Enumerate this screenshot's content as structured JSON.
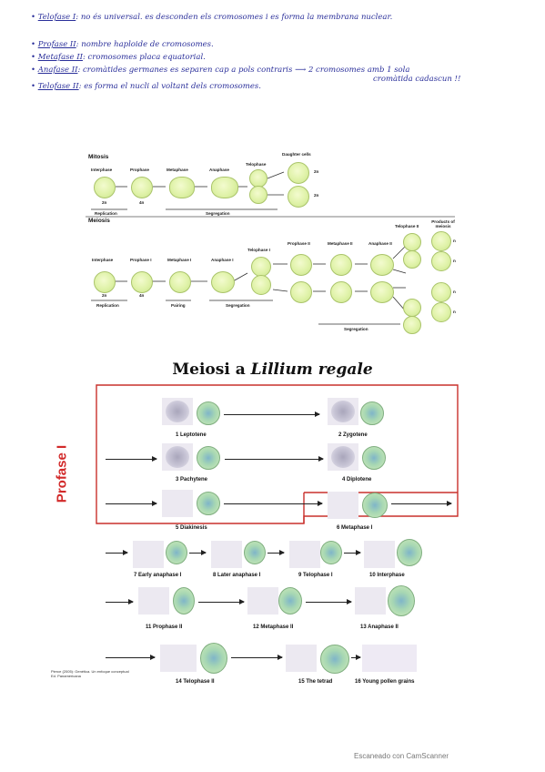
{
  "notes": [
    {
      "label": "Telofase I",
      "text": ": no és universal. es desconden els cromosomes i es forma la membrana nuclear."
    },
    {
      "label": "Profase II",
      "text": ": nombre haploide de cromosomes."
    },
    {
      "label": "Metafase II",
      "text": ": cromosomes placa equatorial."
    },
    {
      "label": "Anafase II",
      "text": ": cromàtides germanes es separen cap a pols contraris ⟶ 2 cromosomes amb 1 sola"
    },
    {
      "label": "",
      "text": "cromàtida cadascun !!"
    },
    {
      "label": "Telofase II",
      "text": ": es forma el nucli al voltant dels cromosomes."
    }
  ],
  "diagram": {
    "mitosis_title": "Mitosis",
    "meiosis_title": "Meiosis",
    "mitosis_stages": [
      "Interphase",
      "Prophase",
      "Metaphase",
      "Anaphase",
      "Telophase",
      "Daughter cells"
    ],
    "mitosis_ploidy": [
      "2n",
      "4n",
      "2n",
      "2n"
    ],
    "mitosis_brackets": [
      "Replication",
      "Segregation"
    ],
    "meiosis_stages": [
      "Interphase",
      "Prophase I",
      "Metaphase I",
      "Anaphase I",
      "Telophase I",
      "Prophase II",
      "Metaphase II",
      "Anaphase II",
      "Telophase II",
      "Products of meiosis"
    ],
    "meiosis_ploidy": [
      "2n",
      "4n",
      "n",
      "n",
      "n",
      "n"
    ],
    "meiosis_brackets": [
      "Replication",
      "Pairing",
      "Segregation",
      "Segregation"
    ]
  },
  "lillium": {
    "title_prefix": "Meiosi a ",
    "title_italic": "Lillium regale",
    "profase_label": "Profase I",
    "stages": [
      "1 Leptotene",
      "2 Zygotene",
      "3 Pachytene",
      "4 Diplotene",
      "5 Diakinesis",
      "6 Metaphase I",
      "7 Early anaphase I",
      "8 Later anaphase I",
      "9 Telophase I",
      "10 Interphase",
      "11 Prophase II",
      "12 Metaphase II",
      "13 Anaphase II",
      "14 Telophase II",
      "15 The tetrad",
      "16 Young pollen grains"
    ],
    "source_line1": "Pierce (2005): Genética. Un enfoque conceptual",
    "source_line2": "Ed. Panamericana"
  },
  "footer": {
    "scanner": "Escaneado con CamScanner"
  },
  "colors": {
    "ink": "#2a2f9a",
    "profase_red": "#d22a2a",
    "cell_green": "#dff2a8"
  }
}
